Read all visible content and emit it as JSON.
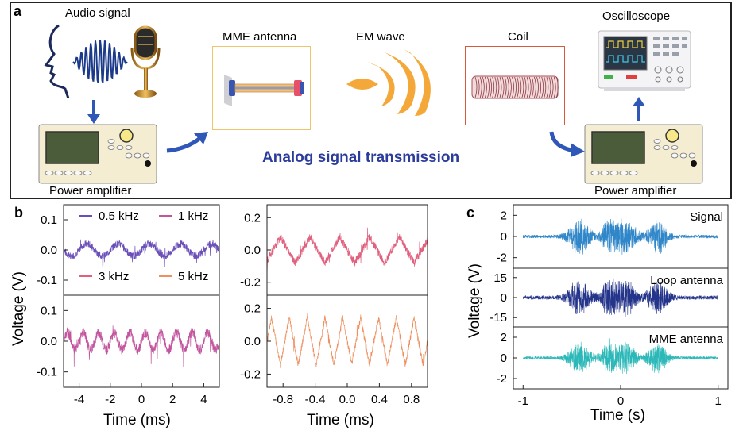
{
  "panel_a": {
    "letter": "a",
    "audio_signal": "Audio signal",
    "power_amplifier_left": "Power amplifier",
    "mme_antenna": "MME antenna",
    "em_wave": "EM wave",
    "coil": "Coil",
    "oscilloscope": "Oscilloscope",
    "power_amplifier_right": "Power amplifier",
    "center_title": "Analog signal transmission"
  },
  "panel_b": {
    "letter": "b",
    "ylabel": "Voltage (V)",
    "xlabel": "Time (ms)"
  },
  "panel_c": {
    "letter": "c",
    "ylabel": "Voltage (V)",
    "xlabel": "Time (s)"
  },
  "chart_data": [
    {
      "type": "line",
      "id": "b-top-left",
      "series": [
        {
          "name": "0.5 kHz",
          "color": "#6b4fb8",
          "frequency_khz": 0.5,
          "amplitude": 0.02,
          "noise": 0.012
        },
        {
          "name": "1 kHz",
          "color": "#c2559e"
        }
      ],
      "xlim": [
        -5,
        5
      ],
      "ylim": [
        -0.15,
        0.15
      ],
      "y_ticks": [
        "0.1",
        "0.0",
        "-0.1"
      ]
    },
    {
      "type": "line",
      "id": "b-bottom-left",
      "series": [
        {
          "name": "1 kHz",
          "color": "#c2559e",
          "frequency_khz": 1,
          "amplitude": 0.028,
          "noise": 0.016
        }
      ],
      "xlim": [
        -5,
        5
      ],
      "ylim": [
        -0.15,
        0.15
      ],
      "x_ticks": [
        "-4",
        "-2",
        "0",
        "2",
        "4"
      ],
      "y_ticks": [
        "0.1",
        "0.0",
        "-0.1"
      ]
    },
    {
      "type": "line",
      "id": "b-top-right",
      "series": [
        {
          "name": "3 kHz",
          "color": "#e0607e",
          "frequency_khz": 3,
          "amplitude": 0.09,
          "noise": 0.025
        },
        {
          "name": "5 kHz",
          "color": "#ee9060"
        }
      ],
      "xlim": [
        -1,
        1
      ],
      "ylim": [
        -0.28,
        0.28
      ],
      "y_ticks": [
        "0.2",
        "0.0",
        "-0.2"
      ]
    },
    {
      "type": "line",
      "id": "b-bottom-right",
      "series": [
        {
          "name": "5 kHz",
          "color": "#ee9060",
          "frequency_khz": 5,
          "amplitude": 0.16,
          "noise": 0.02
        }
      ],
      "xlim": [
        -1,
        1
      ],
      "ylim": [
        -0.28,
        0.28
      ],
      "x_ticks": [
        "-0.8",
        "-0.4",
        "0.0",
        "0.4",
        "0.8"
      ],
      "y_ticks": [
        "0.2",
        "0.0",
        "-0.2"
      ]
    },
    {
      "type": "line",
      "id": "c-signal",
      "series": [
        {
          "name": "Signal",
          "color": "#2f86c8",
          "baseline_amp": 0.15,
          "burst_amp": 1.8
        }
      ],
      "xlim": [
        -1.1,
        1.1
      ],
      "ylim": [
        -3,
        3
      ],
      "y_ticks": [
        "2",
        "0",
        "-2"
      ]
    },
    {
      "type": "line",
      "id": "c-loop",
      "series": [
        {
          "name": "Loop antenna",
          "color": "#23348a",
          "baseline_amp": 1.5,
          "burst_amp": 14
        }
      ],
      "xlim": [
        -1.1,
        1.1
      ],
      "ylim": [
        -22,
        22
      ],
      "y_ticks": [
        "15",
        "0",
        "-15"
      ]
    },
    {
      "type": "line",
      "id": "c-mme",
      "series": [
        {
          "name": "MME antenna",
          "color": "#2cb8b8",
          "baseline_amp": 0.15,
          "burst_amp": 1.6
        }
      ],
      "xlim": [
        -1.1,
        1.1
      ],
      "ylim": [
        -3,
        3
      ],
      "x_ticks": [
        "-1",
        "0",
        "1"
      ],
      "y_ticks": [
        "2",
        "0",
        "-2"
      ]
    }
  ]
}
